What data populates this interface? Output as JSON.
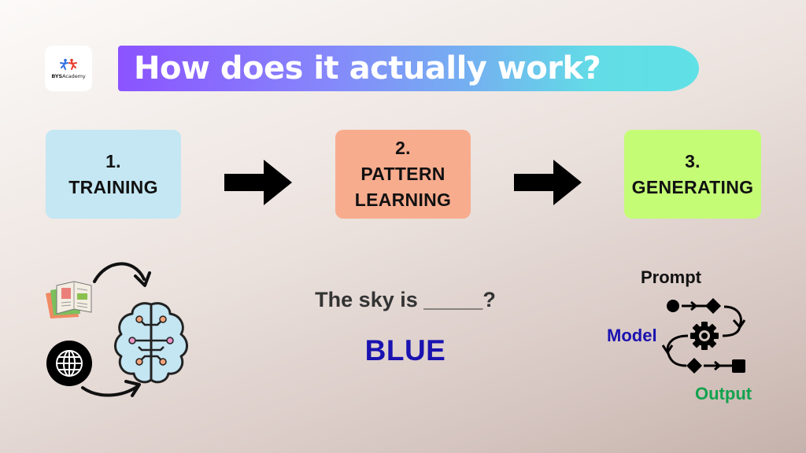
{
  "logo": {
    "brand_bold": "BYS",
    "brand_light": "Academy",
    "colors": {
      "left_figure": "#2f6fe0",
      "right_figure": "#e83a2a"
    }
  },
  "title": {
    "text": "How does it actually work?",
    "gradient": [
      "#8b53ff",
      "#5fe1e6"
    ]
  },
  "steps": [
    {
      "number": "1.",
      "label": "TRAINING",
      "color": "#c4e7f3"
    },
    {
      "number": "2.",
      "label_line1": "PATTERN",
      "label_line2": "LEARNING",
      "color": "#f8ac8e"
    },
    {
      "number": "3.",
      "label": "GENERATING",
      "color": "#c4fc76"
    }
  ],
  "arrows": [
    {
      "icon": "arrow-right-icon",
      "from": "TRAINING",
      "to": "PATTERN LEARNING"
    },
    {
      "icon": "arrow-right-icon",
      "from": "PATTERN LEARNING",
      "to": "GENERATING"
    }
  ],
  "training_illustration": {
    "icons": [
      "book-stack-icon",
      "globe-icon",
      "brain-circuit-icon",
      "curved-arrow-icon"
    ]
  },
  "pattern_example": {
    "question": "The sky is _____?",
    "answer": "BLUE",
    "answer_color": "#1a12b0"
  },
  "generating_diagram": {
    "labels": {
      "prompt": "Prompt",
      "model": "Model",
      "output": "Output"
    },
    "label_colors": {
      "prompt": "#111111",
      "model": "#1a12b0",
      "output": "#12a24e"
    },
    "icons": [
      "circle-node-icon",
      "diamond-node-icon",
      "gear-icon",
      "square-node-icon"
    ]
  }
}
